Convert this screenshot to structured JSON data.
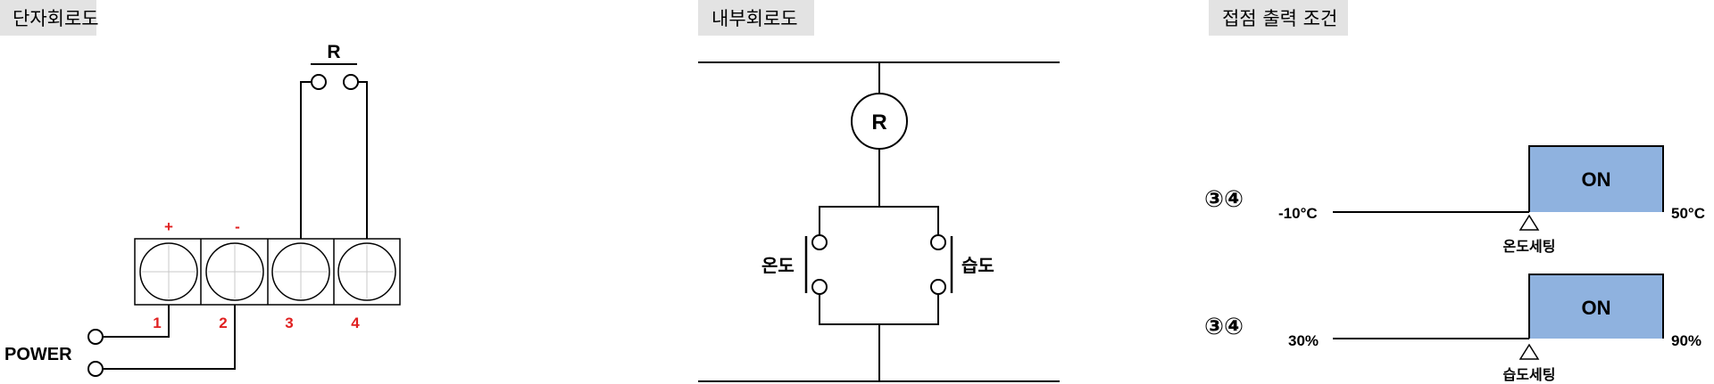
{
  "sections": {
    "terminal": "단자회로도",
    "internal": "내부회로도",
    "contact": "접점 출력 조건"
  },
  "terminal_diagram": {
    "relay_label": "R",
    "plus": "+",
    "minus": "-",
    "numbers": [
      "1",
      "2",
      "3",
      "4"
    ],
    "power_label": "POWER"
  },
  "internal_diagram": {
    "relay_label": "R",
    "temp_switch": "온도",
    "humid_switch": "습도"
  },
  "conditions": [
    {
      "terminals": "③④",
      "min_label": "-10°C",
      "max_label": "50°C",
      "on_label": "ON",
      "setting_label": "온도세팅"
    },
    {
      "terminals": "③④",
      "min_label": "30%",
      "max_label": "90%",
      "on_label": "ON",
      "setting_label": "습도세팅"
    }
  ],
  "colors": {
    "title_bg": "#e3e3e3",
    "terminal_number": "#e02020",
    "on_fill": "#8fb2df"
  }
}
